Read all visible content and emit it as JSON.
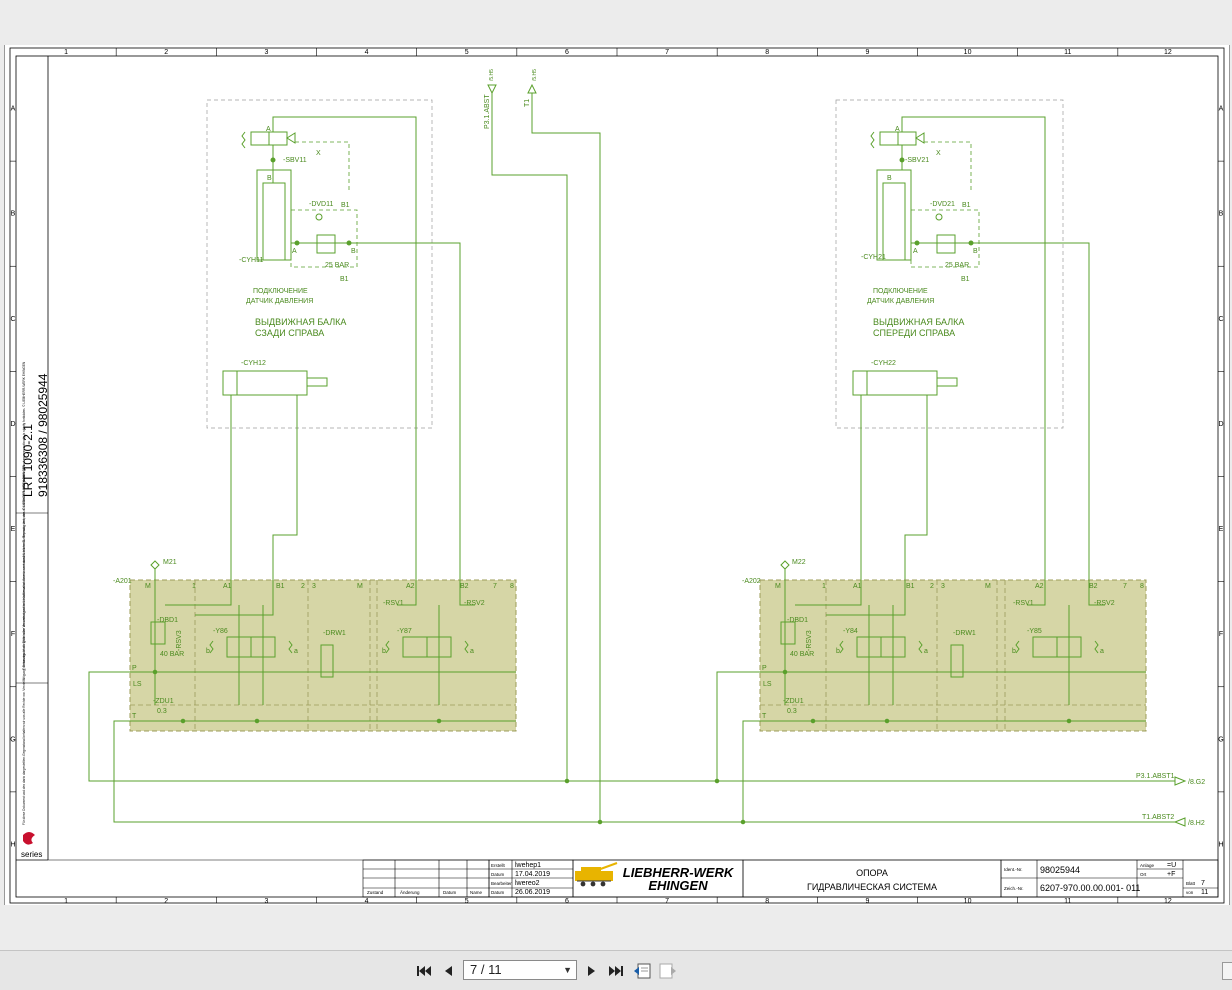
{
  "colors": {
    "line": "#5aa02c",
    "block_fill": "#d6d6a6",
    "block_border": "#9c9c5a",
    "frame": "#000000",
    "text": "#4a8a1e"
  },
  "frame": {
    "columns": [
      "1",
      "2",
      "3",
      "4",
      "5",
      "6",
      "7",
      "8",
      "9",
      "10",
      "11",
      "12"
    ],
    "rows": [
      "A",
      "B",
      "C",
      "D",
      "E",
      "F",
      "G",
      "H"
    ]
  },
  "side_strip": {
    "model": "LRT 1090-2.1",
    "numbers": "918336308  /  98025944",
    "note_english": "For reasons of all rights in the document and in the information therein contained is reserved. Reproduction, use or disclosure to third parties without express authority is strictly forbidden. © LIEBHERR-WERK EHINGEN",
    "note_german": "Für diese Dokument und den darin dargestellten Gegenstand behalten wir uns alle Rechte vor. Vervielfältigung, Bekanntgabe an Dritte oder Verwertung seines Inhaltes sind ohne unsere ausdrückliche Zustimmung verboten. © LIEBHERR-WERK EHINGEN",
    "series_logo": "series"
  },
  "top_ports": {
    "p3": {
      "label": "P3.1.ABST",
      "ref": "/5.H5"
    },
    "t1": {
      "label": "T1",
      "ref": "/5.H5"
    }
  },
  "left_unit": {
    "valve_sbv": "-SBV11",
    "valve_dvd": "-DVD11",
    "cylinder_main": "-CYH11",
    "cylinder_second": "-CYH12",
    "port_a": "A",
    "port_b": "B",
    "port_x": "X",
    "port_b1": "B1",
    "port_b1_bottom": "B1",
    "pressure": "25 BAR",
    "sensor_line1": "ПОДКЛЮЧЕНИЕ",
    "sensor_line2": "ДАТЧИК ДАВЛЕНИЯ",
    "title_line1": "ВЫДВИЖНАЯ БАЛКА",
    "title_line2": "СЗАДИ СПРАВА"
  },
  "right_unit": {
    "valve_sbv": "-SBV21",
    "valve_dvd": "-DVD21",
    "cylinder_main": "-CYH21",
    "cylinder_second": "-CYH22",
    "port_a": "A",
    "port_b": "B",
    "port_x": "X",
    "port_b1": "B1",
    "port_b1_bottom": "B1",
    "pressure": "25 BAR",
    "sensor_line1": "ПОДКЛЮЧЕНИЕ",
    "sensor_line2": "ДАТЧИК ДАВЛЕНИЯ",
    "title_line1": "ВЫДВИЖНАЯ БАЛКА",
    "title_line2": "СПЕРЕДИ СПРАВА"
  },
  "left_block": {
    "id": "-A201",
    "gauge": "M21",
    "relief": "-DBD1",
    "relief_pressure": "40 BAR",
    "check": "-RSV3",
    "throttle": "-ZDU1",
    "throttle_value": "0.3",
    "coil_left": "-Y86",
    "coil_right": "-Y87",
    "flow": "-DRW1",
    "rsv1": "-RSV1",
    "rsv2": "-RSV2",
    "ports": {
      "m": "M",
      "p1": "1",
      "a1": "A1",
      "b1": "B1",
      "p2": "2",
      "p3": "3",
      "m2": "M",
      "a2": "A2",
      "b2": "B2",
      "p7": "7",
      "p8": "8",
      "p": "P",
      "ls": "LS",
      "t": "T",
      "a": "a",
      "b": "b"
    }
  },
  "right_block": {
    "id": "-A202",
    "gauge": "M22",
    "relief": "-DBD1",
    "relief_pressure": "40 BAR",
    "check": "-RSV3",
    "throttle": "-ZDU1",
    "throttle_value": "0.3",
    "coil_left": "-Y84",
    "coil_right": "-Y85",
    "flow": "-DRW1",
    "rsv1": "-RSV1",
    "rsv2": "-RSV2",
    "ports": {
      "m": "M",
      "p1": "1",
      "a1": "A1",
      "b1": "B1",
      "p2": "2",
      "p3": "3",
      "m2": "M",
      "a2": "A2",
      "b2": "B2",
      "p7": "7",
      "p8": "8",
      "p": "P",
      "ls": "LS",
      "t": "T",
      "a": "a",
      "b": "b"
    }
  },
  "right_ports": {
    "p3": {
      "label": "P3.1.ABST1",
      "ref": "/8.G2"
    },
    "t1": {
      "label": "T1.ABST2",
      "ref": "/8.H2"
    }
  },
  "title_block": {
    "revision_headers": [
      "Zustand",
      "Änderung",
      "Datum",
      "Name"
    ],
    "rows": [
      {
        "label": "Erstellt",
        "value": "lwehep1"
      },
      {
        "label": "Datum",
        "value": "17.04.2019"
      },
      {
        "label": "Bearbeiter",
        "value": "lwereo2"
      },
      {
        "label": "Datum",
        "value": "26.06.2019"
      }
    ],
    "company_line1": "LIEBHERR-WERK",
    "company_line2": "EHINGEN",
    "drawing_title1": "ОПОРА",
    "drawing_title2": "ГИДРАВЛИЧЕСКАЯ СИСТЕМА",
    "ident_label": "Ident.-Nr.",
    "ident_value": "98025944",
    "drawing_label": "Zeich.-Nr.",
    "drawing_value": "6207-970.00.00.001- 011",
    "anlage_label": "Anlage",
    "anlage_value": "=U",
    "ort_label": "Ort",
    "ort_value": "+F",
    "blatt_label": "Blatt",
    "blatt_value": "7",
    "von_label": "von",
    "von_value": "11"
  },
  "viewer": {
    "page_indicator": "7 / 11"
  }
}
